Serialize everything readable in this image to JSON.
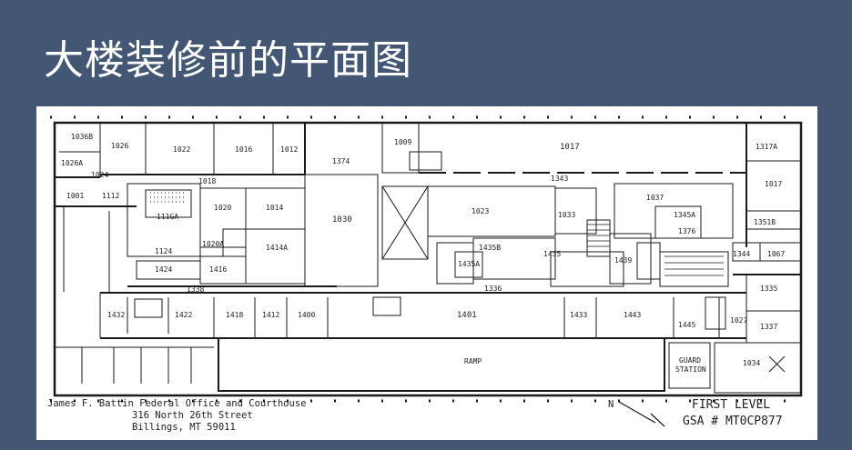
{
  "slide": {
    "title": "大楼装修前的平面图"
  },
  "plan": {
    "caption": [
      "James F. Battin Federal Office and Courthouse",
      "316 North 26th Street",
      "Billings, MT  59011"
    ],
    "level_title": "FIRST LEVEL",
    "gsa_number": "GSA # MT0CP877",
    "north_label": "N",
    "rooms": [
      {
        "id": "r1036b",
        "label": "1036B"
      },
      {
        "id": "r1026",
        "label": "1026"
      },
      {
        "id": "r1022",
        "label": "1022"
      },
      {
        "id": "r1016",
        "label": "1016"
      },
      {
        "id": "r1012",
        "label": "1012"
      },
      {
        "id": "r1026a",
        "label": "1026A"
      },
      {
        "id": "r1024",
        "label": "1024"
      },
      {
        "id": "r1374",
        "label": "1374"
      },
      {
        "id": "r1018",
        "label": "1018"
      },
      {
        "id": "r1009",
        "label": "1009"
      },
      {
        "id": "r1017",
        "label": "1017"
      },
      {
        "id": "r1317a",
        "label": "1317A"
      },
      {
        "id": "r1001",
        "label": "1001"
      },
      {
        "id": "r1112",
        "label": "1112"
      },
      {
        "id": "r1020",
        "label": "1020"
      },
      {
        "id": "r1014",
        "label": "1014"
      },
      {
        "id": "r1030",
        "label": "1030"
      },
      {
        "id": "r1023",
        "label": "1023"
      },
      {
        "id": "r1033",
        "label": "1033"
      },
      {
        "id": "r1343",
        "label": "1343"
      },
      {
        "id": "r1037",
        "label": "1037"
      },
      {
        "id": "r1017b",
        "label": "1017"
      },
      {
        "id": "r1351b",
        "label": "1351B"
      },
      {
        "id": "r111ga",
        "label": "111GA"
      },
      {
        "id": "r1345a",
        "label": "1345A"
      },
      {
        "id": "r1376",
        "label": "1376"
      },
      {
        "id": "r1020a",
        "label": "1020A"
      },
      {
        "id": "r1414a",
        "label": "1414A"
      },
      {
        "id": "r1435b",
        "label": "1435B"
      },
      {
        "id": "r1435a",
        "label": "1435A"
      },
      {
        "id": "r1435",
        "label": "1435"
      },
      {
        "id": "r1439",
        "label": "1439"
      },
      {
        "id": "r1344",
        "label": "1344"
      },
      {
        "id": "r1067",
        "label": "1067"
      },
      {
        "id": "r1124",
        "label": "1124"
      },
      {
        "id": "r1424",
        "label": "1424"
      },
      {
        "id": "r1416",
        "label": "1416"
      },
      {
        "id": "r1338",
        "label": "1338"
      },
      {
        "id": "r1336",
        "label": "1336"
      },
      {
        "id": "r1335",
        "label": "1335"
      },
      {
        "id": "r1432",
        "label": "1432"
      },
      {
        "id": "r1422",
        "label": "1422"
      },
      {
        "id": "r1418",
        "label": "1418"
      },
      {
        "id": "r1412",
        "label": "1412"
      },
      {
        "id": "r1400",
        "label": "1400"
      },
      {
        "id": "r1401",
        "label": "1401"
      },
      {
        "id": "r1433",
        "label": "1433"
      },
      {
        "id": "r1443",
        "label": "1443"
      },
      {
        "id": "r1445",
        "label": "1445"
      },
      {
        "id": "r1027",
        "label": "1027"
      },
      {
        "id": "r1337",
        "label": "1337"
      },
      {
        "id": "rramp",
        "label": "RAMP"
      },
      {
        "id": "rguard",
        "label": "GUARD"
      },
      {
        "id": "rstation",
        "label": "STATION"
      },
      {
        "id": "r1034",
        "label": "1034"
      }
    ]
  }
}
